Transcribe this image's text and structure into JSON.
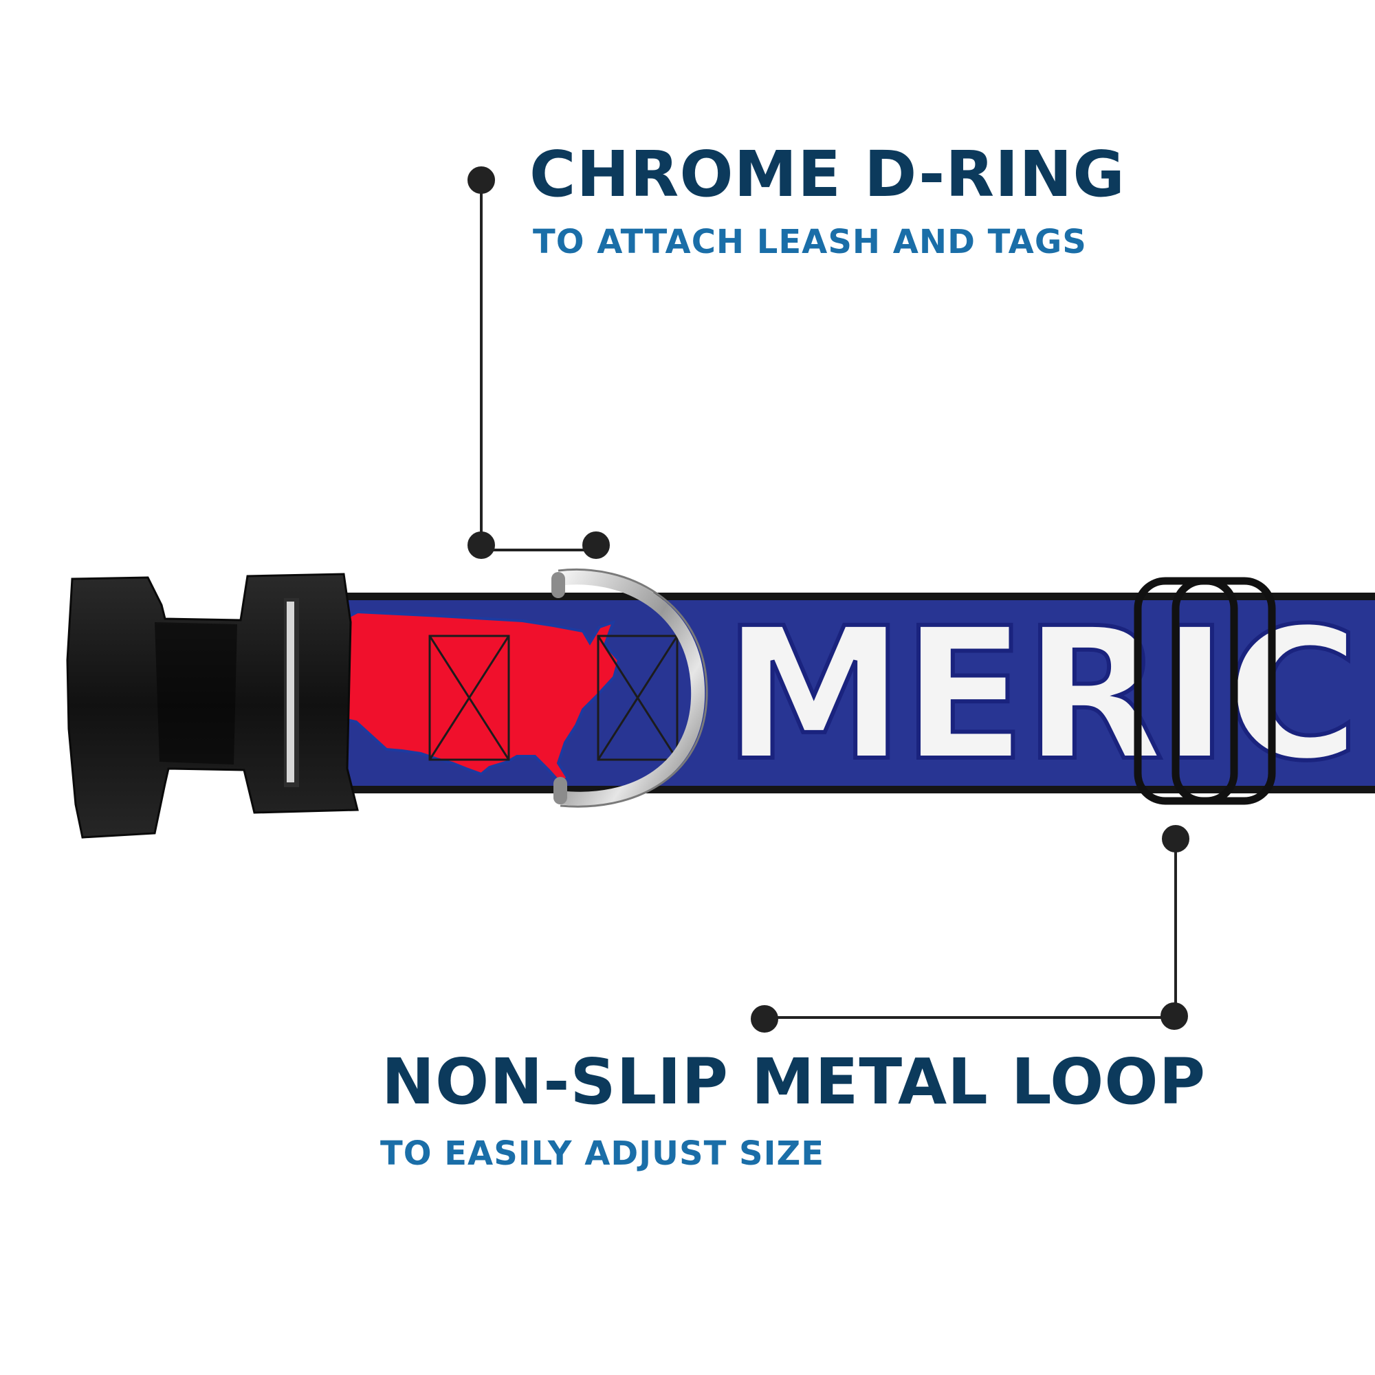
{
  "callouts": {
    "dring": {
      "title": "CHROME D-RING",
      "subtitle": "TO ATTACH LEASH AND TAGS"
    },
    "loop": {
      "title": "NON-SLIP METAL LOOP",
      "subtitle": "TO EASILY ADJUST SIZE"
    }
  },
  "collar": {
    "print_text": "MERIC"
  },
  "colors": {
    "title": "#0c3a5c",
    "subtitle": "#1a6ea8",
    "strap": "#283593",
    "strap_edge": "#151515",
    "map": "#f0102c",
    "buckle": "#1b1b1b",
    "chrome": "#b8b8b8",
    "leader": "#222222"
  },
  "icons": {
    "buckle": "side-release-buckle",
    "dring": "chrome-d-ring",
    "loop": "slider-loop",
    "map": "usa-map"
  }
}
